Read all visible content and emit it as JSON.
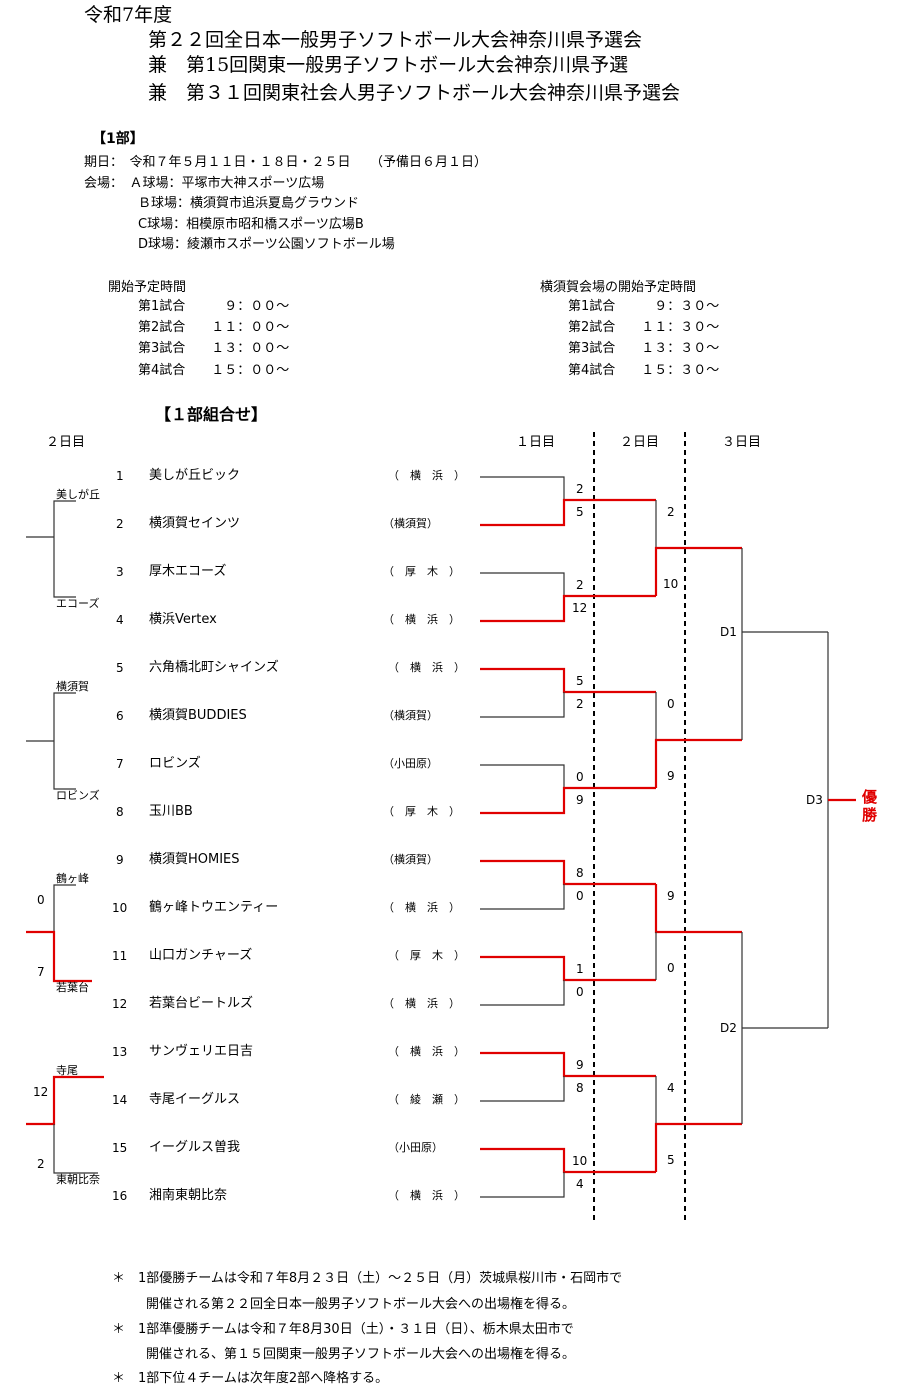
{
  "header": {
    "year": "令和7年度",
    "line1": "第２２回全日本一般男子ソフトボール大会神奈川県予選会",
    "line2": "兼　第15回関東一般男子ソフトボール大会神奈川県予選",
    "line3": "兼　第３１回関東社会人男子ソフトボール大会神奈川県予選会"
  },
  "division": "【1部】",
  "schedule": {
    "dates": "期日：　令和７年５月１１日・１８日・２５日　　（予備日６月１日）",
    "venue_a": "会場：　Ａ球場：平塚市大神スポーツ広場",
    "venue_b": "Ｂ球場：横須賀市追浜夏島グラウンド",
    "venue_c": "C球場：相模原市昭和橋スポーツ広場B",
    "venue_d": "D球場：綾瀬市スポーツ公園ソフトボール場"
  },
  "times_left": {
    "title": "開始予定時間",
    "games": [
      "第1試合　　　９：００～",
      "第2試合　　１１：００～",
      "第3試合　　１３：００～",
      "第4試合　　１５：００～"
    ]
  },
  "times_right": {
    "title": "横須賀会場の開始予定時間",
    "games": [
      "第1試合　　　９：３０～",
      "第2試合　　１１：３０～",
      "第3試合　　１３：３０～",
      "第4試合　　１５：３０～"
    ]
  },
  "bracket_title": "【１部組合せ】",
  "day_headers": {
    "left_day2": "２日目",
    "day1": "１日目",
    "day2": "２日目",
    "day3": "３日目"
  },
  "teams": [
    {
      "no": "1",
      "name": "美しが丘ビック",
      "area": "（　横　浜　）"
    },
    {
      "no": "2",
      "name": "横須賀セインツ",
      "area": "（横須賀）"
    },
    {
      "no": "3",
      "name": "厚木エコーズ",
      "area": "（　厚　木　）"
    },
    {
      "no": "4",
      "name": "横浜Vertex",
      "area": "（　横　浜　）"
    },
    {
      "no": "5",
      "name": "六角橋北町シャインズ",
      "area": "（　横　浜　）"
    },
    {
      "no": "6",
      "name": "横須賀BUDDIES",
      "area": "（横須賀）"
    },
    {
      "no": "7",
      "name": "ロビンズ",
      "area": "（小田原）"
    },
    {
      "no": "8",
      "name": "玉川BB",
      "area": "（　厚　木　）"
    },
    {
      "no": "9",
      "name": "横須賀HOMIES",
      "area": "（横須賀）"
    },
    {
      "no": "10",
      "name": "鶴ヶ峰トウエンティー",
      "area": "（　横　浜　）"
    },
    {
      "no": "11",
      "name": "山口ガンチャーズ",
      "area": "（　厚　木　）"
    },
    {
      "no": "12",
      "name": "若葉台ビートルズ",
      "area": "（　横　浜　）"
    },
    {
      "no": "13",
      "name": "サンヴェリエ日吉",
      "area": "（　横　浜　）"
    },
    {
      "no": "14",
      "name": "寺尾イーグルス",
      "area": "（　綾　瀬　）"
    },
    {
      "no": "15",
      "name": "イーグルス曽我",
      "area": "（小田原）"
    },
    {
      "no": "16",
      "name": "湘南東朝比奈",
      "area": "（　横　浜　）"
    }
  ],
  "round1_scores": [
    "2",
    "5",
    "2",
    "12",
    "5",
    "2",
    "0",
    "9",
    "8",
    "0",
    "1",
    "0",
    "9",
    "8",
    "10",
    "4"
  ],
  "round2_scores": [
    "2",
    "10",
    "0",
    "9",
    "9",
    "0",
    "4",
    "5"
  ],
  "venue_labels": {
    "d1": "D1",
    "d2": "D2",
    "d3": "D3"
  },
  "champion": "優勝",
  "left_bracket": {
    "g1": {
      "top": "美しが丘",
      "bottom": "エコーズ"
    },
    "g2": {
      "top": "横須賀",
      "bottom": "ロビンズ"
    },
    "g3": {
      "top": "鶴ヶ峰",
      "bottom": "若葉台",
      "top_score": "0",
      "bottom_score": "7"
    },
    "g4": {
      "top": "寺尾",
      "bottom": "東朝比奈",
      "top_score": "12",
      "bottom_score": "2"
    }
  },
  "notes": [
    "＊　1部優勝チームは令和７年8月２３日（土）～２５日（月）茨城県桜川市・石岡市で",
    "開催される第２２回全日本一般男子ソフトボール大会への出場権を得る。",
    "＊　1部準優勝チームは令和７年8月30日（土）・３１日（日）、栃木県太田市で",
    "開催される、第１５回関東一般男子ソフトボール大会への出場権を得る。",
    "＊　1部下位４チームは次年度2部へ降格する。"
  ],
  "colors": {
    "winner_line": "#e00000",
    "line": "#333333"
  }
}
